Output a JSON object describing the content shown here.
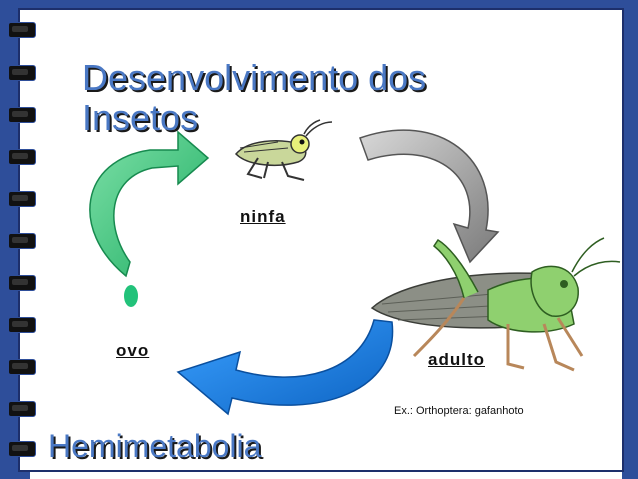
{
  "slide": {
    "title": "Desenvolvimento dos Insetos",
    "subtitle": "Hemimetabolia",
    "example_note": "Ex.: Orthoptera: gafanhoto"
  },
  "stages": {
    "egg": "ovo",
    "nymph": "ninfa",
    "adult": "adulto"
  },
  "colors": {
    "frame_blue": "#2e4e9a",
    "title_blue": "#4a78c4",
    "arrow_green": "#2dbb6e",
    "arrow_gray": "#8a8a8a",
    "arrow_blue": "#1a7fd6",
    "egg_green": "#22c27a",
    "grasshopper_green": "#8fd06f"
  },
  "icons": {
    "egg": "egg-icon",
    "nymph": "nymph-grasshopper-icon",
    "adult": "adult-grasshopper-icon"
  }
}
